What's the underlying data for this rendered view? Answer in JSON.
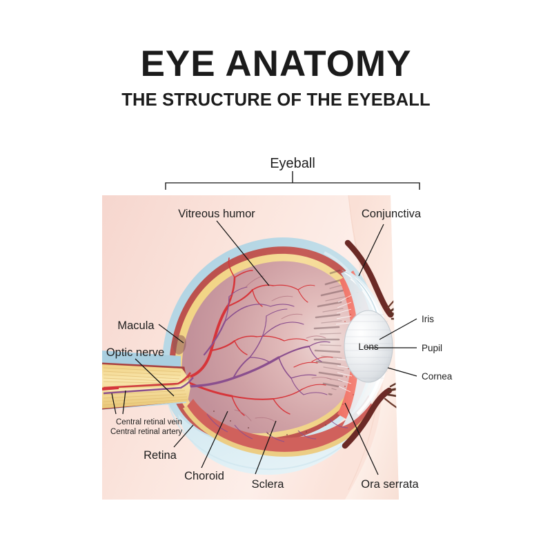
{
  "header": {
    "title": "EYE ANATOMY",
    "subtitle": "THE STRUCTURE OF THE EYEBALL"
  },
  "diagram": {
    "bracket_label": "Eyeball",
    "lens_label": "Lens",
    "labels": {
      "vitreous_humor": "Vitreous humor",
      "conjunctiva": "Conjunctiva",
      "macula": "Macula",
      "optic_nerve": "Optic nerve",
      "central_retinal_vein": "Central retinal vein",
      "central_retinal_artery": "Central retinal artery",
      "retina": "Retina",
      "choroid": "Choroid",
      "sclera": "Sclera",
      "ora_serrata": "Ora serrata",
      "iris": "Iris",
      "pupil": "Pupil",
      "cornea": "Cornea"
    }
  },
  "colors": {
    "panel_pink": "#f6d7cf",
    "panel_light": "#fdece6",
    "sclera_blue": "#b9d8e6",
    "choroid_red": "#c1504e",
    "retina_yellow": "#f2d78a",
    "vitreous": "#d5a3a6",
    "iris_salmon": "#f0766a",
    "lens_grey": "#e8eaec",
    "pupil_dark": "#12213a",
    "lash_brown": "#5d3327",
    "vessel_red": "#d6353a",
    "vessel_purple": "#8a4f8e",
    "nerve_yellow": "#f2d893",
    "text": "#1d1d1d"
  }
}
